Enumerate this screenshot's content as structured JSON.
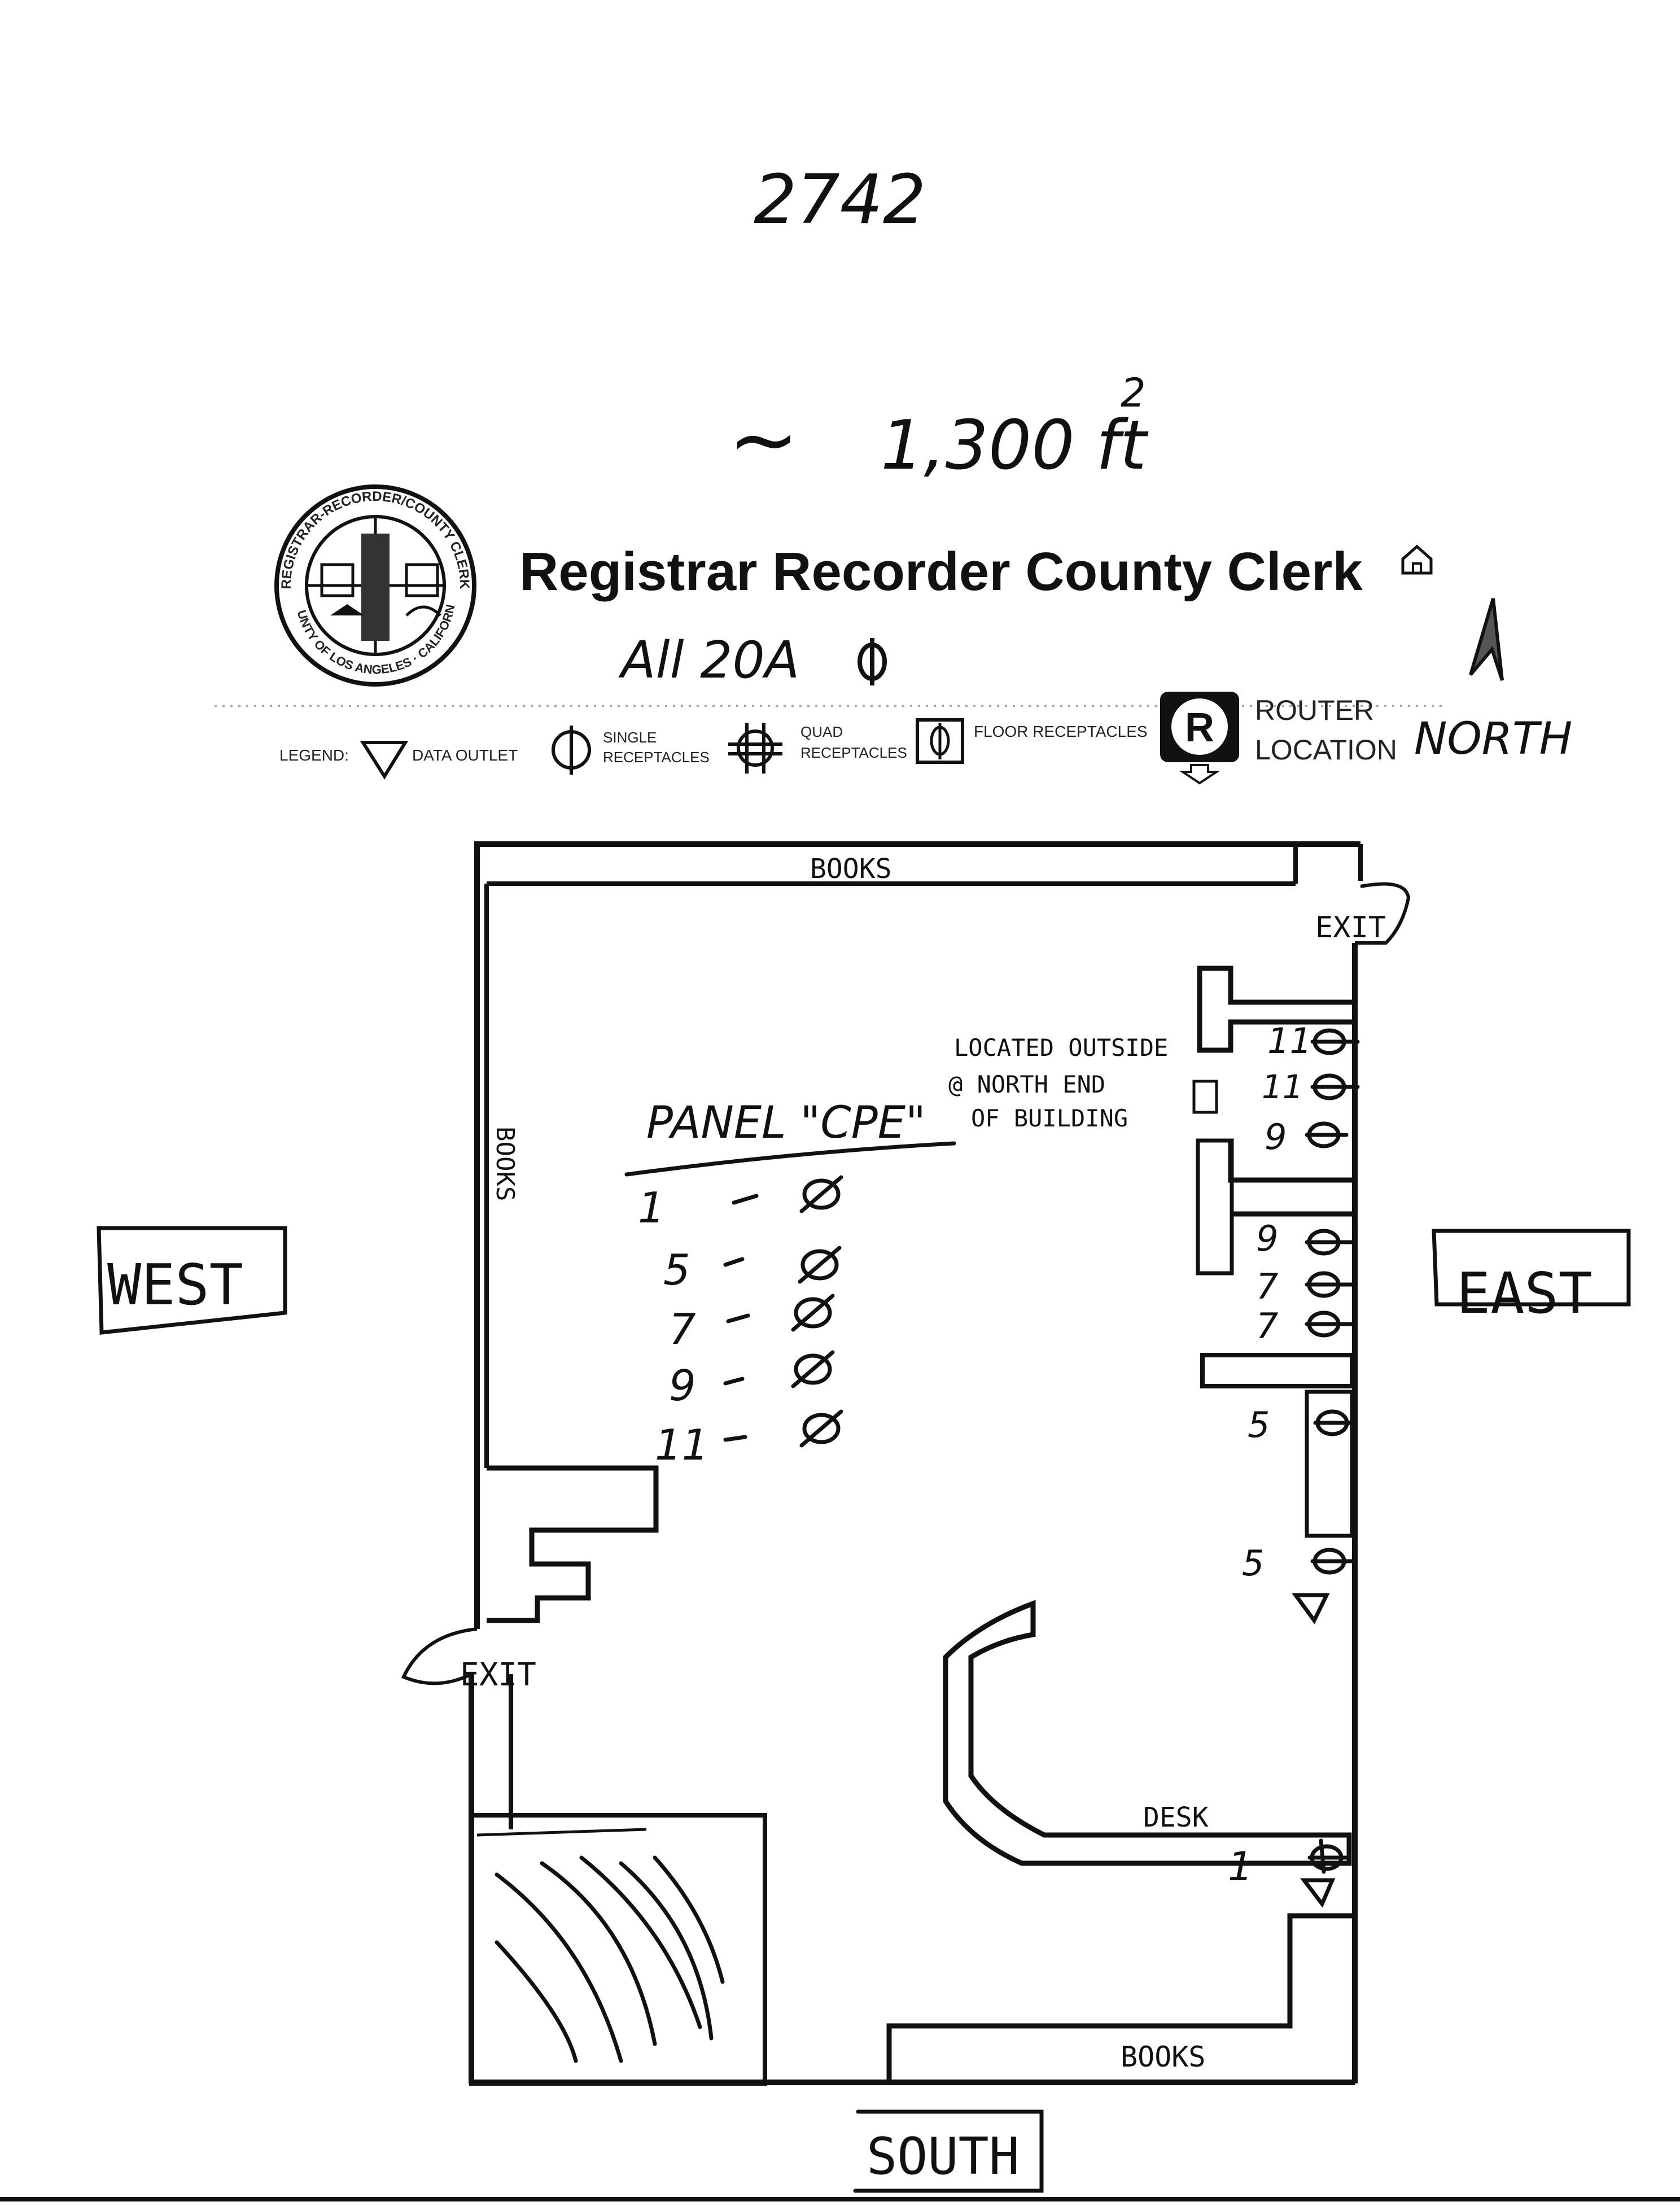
{
  "handwritten": {
    "number": "2742",
    "area_approx": "~",
    "area_value": "1,300 ft",
    "area_exp": "2",
    "all_20a": "All 20A",
    "north": "NORTH",
    "west": "WEST",
    "east": "EAST",
    "south": "SOUTH",
    "books_top": "BOOKS",
    "books_left": "BOOKS",
    "books_bottom": "BOOKS",
    "exit_top": "EXIT",
    "exit_left": "EXIT",
    "desk": "DESK",
    "panel_label": "PANEL \"CPE\"",
    "panel_note_1": "LOCATED OUTSIDE",
    "panel_note_2": "@ NORTH END",
    "panel_note_3": "OF BUILDING",
    "circuit_list": [
      "1",
      "5",
      "7",
      "9",
      "11"
    ],
    "east_circuits": [
      "11",
      "11",
      "9",
      "9",
      "7",
      "7",
      "5",
      "5",
      "1"
    ]
  },
  "header": {
    "title": "Registrar Recorder County Clerk"
  },
  "seal": {
    "ring_text_top": "REGISTRAR-RECORDER/COUNTY CLERK",
    "ring_text_bottom": "COUNTY OF LOS ANGELES · CALIFORNIA"
  },
  "legend": {
    "label": "LEGEND:",
    "data_outlet": "DATA OUTLET",
    "single_1": "SINGLE",
    "single_2": "RECEPTACLES",
    "quad_1": "QUAD",
    "quad_2": "RECEPTACLES",
    "floor": "FLOOR RECEPTACLES",
    "router_letter": "R",
    "router_1": "ROUTER",
    "router_2": "LOCATION"
  },
  "colors": {
    "ink": "#111111",
    "paper": "#ffffff"
  },
  "icons": [
    "home-icon",
    "north-arrow-icon",
    "seal-icon"
  ]
}
